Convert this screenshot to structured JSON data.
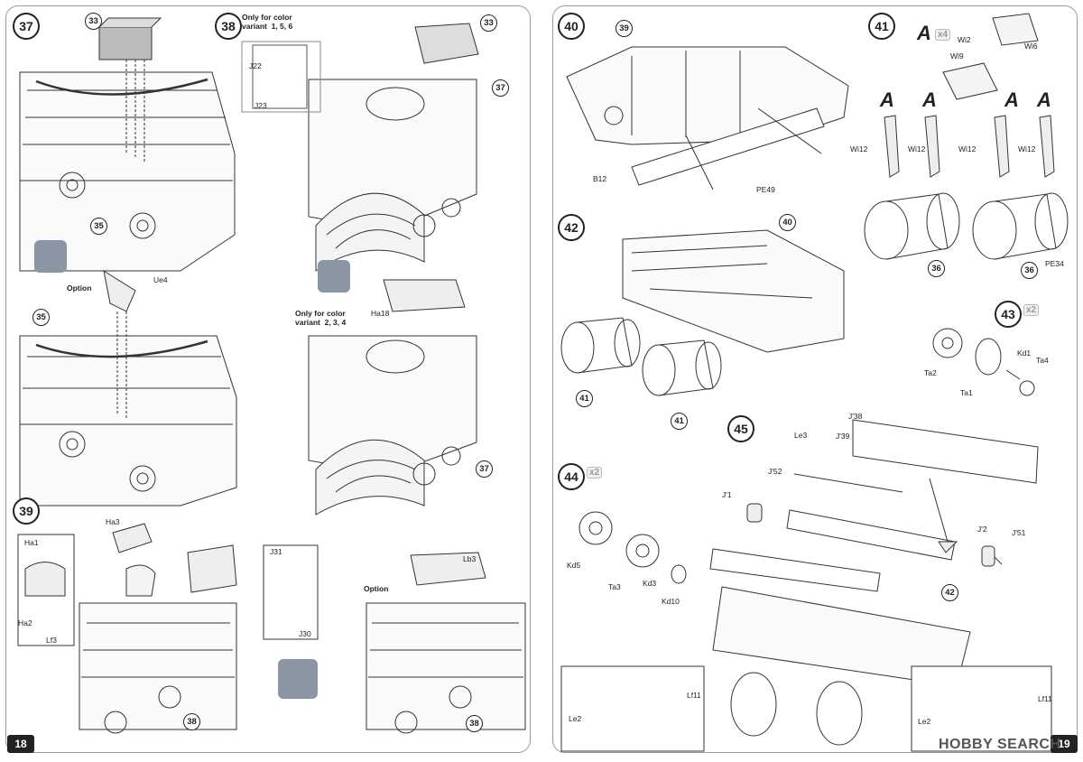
{
  "pages": {
    "left_number": "18",
    "right_number": "19"
  },
  "steps": {
    "s37": "37",
    "s38": "38",
    "s39": "39",
    "s40": "40",
    "s41": "41",
    "s42": "42",
    "s43": "43",
    "s44": "44",
    "s45": "45"
  },
  "multipliers": {
    "a4": "x4",
    "s43": "x2",
    "s44": "x2"
  },
  "callouts": {
    "c33a": "33",
    "c35a": "35",
    "c35b": "35",
    "c33b": "33",
    "c37a": "37",
    "c37b": "37",
    "c38a": "38",
    "c38b": "38",
    "c39": "39",
    "c40": "40",
    "c36a": "36",
    "c36b": "36",
    "c41a": "41",
    "c41b": "41",
    "c42": "42"
  },
  "notes": {
    "color_variant_a": "Only for color\nvariant  1, 5, 6",
    "color_variant_b": "Only for color\nvariant  2, 3, 4",
    "option_a": "Option",
    "option_b": "Option"
  },
  "part_labels": {
    "Ue4": "Ue4",
    "J22": "J22",
    "J23": "J23",
    "Ha18": "Ha18",
    "Ha3": "Ha3",
    "Ha1": "Ha1",
    "Ha2": "Ha2",
    "Lf3": "Lf3",
    "J31": "J31",
    "J30": "J30",
    "Lb3": "Lb3",
    "B12": "B12",
    "PE49": "PE49",
    "Wi2": "Wi2",
    "Wi6": "Wi6",
    "Wi9": "Wi9",
    "Wi12a": "Wi12",
    "Wi12b": "Wi12",
    "Wi12c": "Wi12",
    "Wi12d": "Wi12",
    "PE34": "PE34",
    "Ta2": "Ta2",
    "Ta1": "Ta1",
    "Kd1": "Kd1",
    "Ta4": "Ta4",
    "Kd5": "Kd5",
    "Ta3": "Ta3",
    "Kd3": "Kd3",
    "Kd10": "Kd10",
    "Le3": "Le3",
    "J38": "J'38",
    "J39": "J'39",
    "J52": "J'52",
    "J1": "J'1",
    "J2": "J'2",
    "J51": "J'51",
    "Le2a": "Le2",
    "Le2b": "Le2",
    "Lf11a": "Lf11",
    "Lf11b": "Lf11"
  },
  "letter_A": "A",
  "watermark": "HOBBY SEARCH"
}
